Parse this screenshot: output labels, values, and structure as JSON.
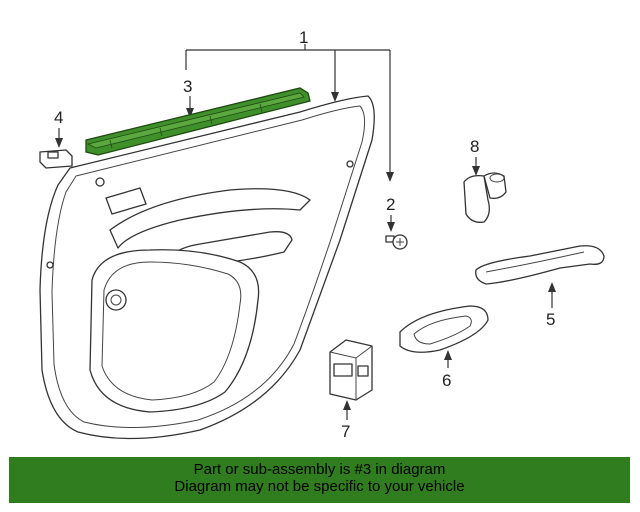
{
  "callouts": {
    "c1": "1",
    "c2": "2",
    "c3": "3",
    "c4": "4",
    "c5": "5",
    "c6": "6",
    "c7": "7",
    "c8": "8"
  },
  "highlight_color": "#3f8f2a",
  "banner": {
    "line1": "Part or sub-assembly is #3 in diagram",
    "line2": "Diagram may not be specific to your vehicle",
    "background": "#2f7d1e"
  }
}
